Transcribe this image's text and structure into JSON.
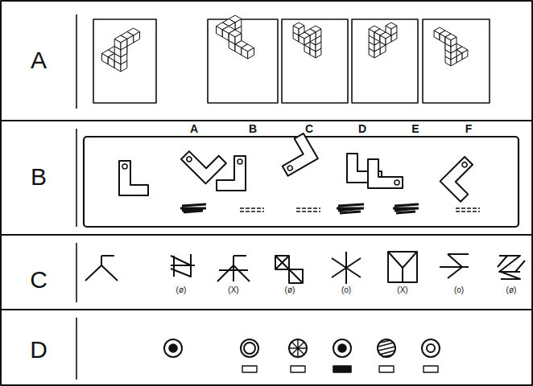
{
  "diagram": {
    "labels": [
      "A",
      "B",
      "C",
      "D",
      "A",
      "B",
      "C",
      "D",
      "E",
      "F",
      "(ø)",
      "(X)",
      "(ø)",
      "(o)",
      "(X)",
      "(o)",
      "(ø)"
    ]
  }
}
